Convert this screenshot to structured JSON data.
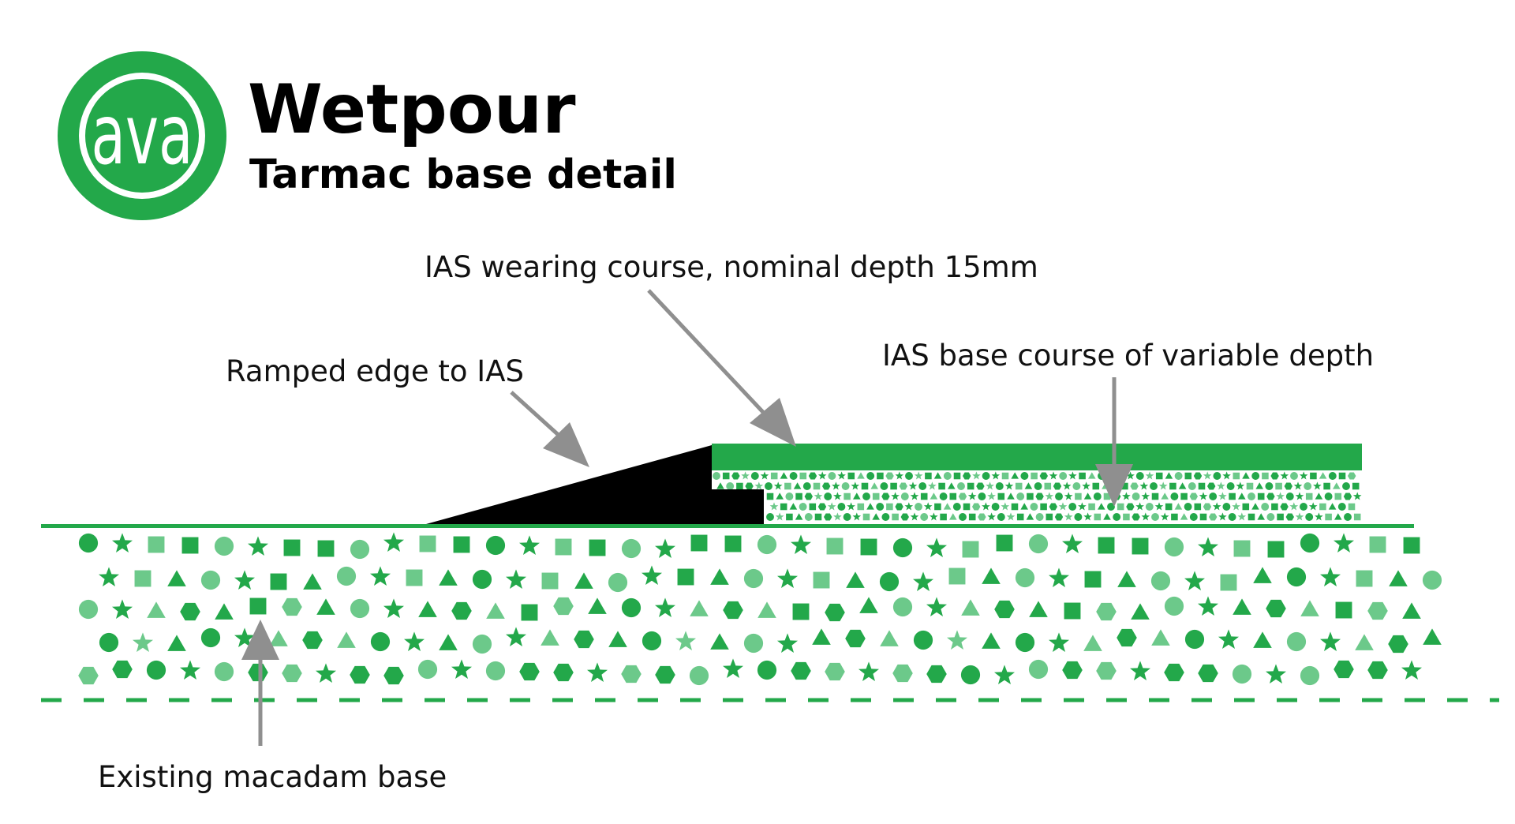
{
  "logo": {
    "text": "ava",
    "color": "#23a84a"
  },
  "header": {
    "title": "Wetpour",
    "subtitle": "Tarmac base detail"
  },
  "labels": {
    "wearing_course": "IAS wearing course, nominal depth 15mm",
    "base_course": "IAS base course of variable depth",
    "ramped_edge": "Ramped edge to IAS",
    "existing_base": "Existing macadam base"
  },
  "colors": {
    "brand_green": "#23a84a",
    "light_green": "#6cc98a",
    "arrow_grey": "#8f8f8f",
    "ramp_black": "#000000"
  }
}
